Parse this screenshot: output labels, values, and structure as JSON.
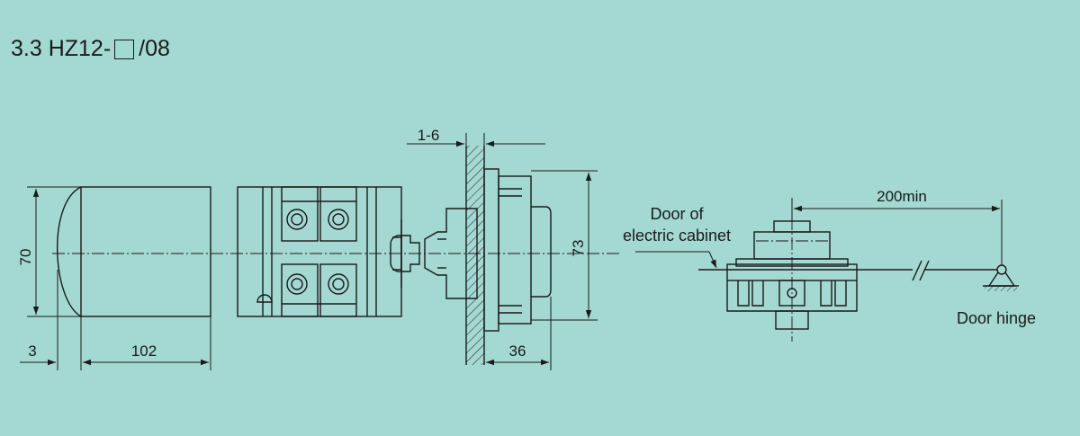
{
  "title": {
    "prefix": "3.3 HZ12-",
    "suffix": "/08"
  },
  "dimensions": {
    "height_70": "70",
    "width_3": "3",
    "length_102": "102",
    "panel_1_6": "1-6",
    "height_73": "73",
    "depth_36": "36",
    "min_200": "200min"
  },
  "labels": {
    "door_line1": "Door of",
    "door_line2": "electric cabinet",
    "door_hinge": "Door hinge"
  }
}
